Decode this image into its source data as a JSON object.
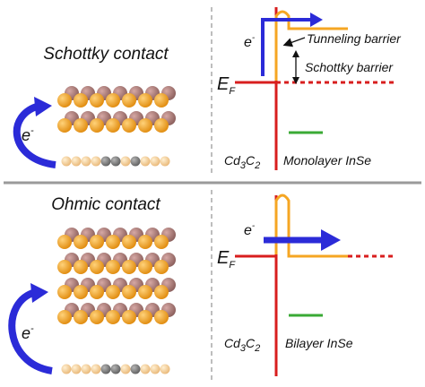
{
  "panels": [
    {
      "title": "Schottky contact",
      "electron": "e",
      "electron_sup": "-",
      "fermi_label": "E",
      "fermi_sub": "F",
      "metal_label": "Cd",
      "metal_sub1": "3",
      "metal_mid": "C",
      "metal_sub2": "2",
      "semiconductor_label": "Monolayer InSe",
      "tunneling_label": "Tunneling barrier",
      "schottky_label": "Schottky barrier",
      "inse_layers": 2
    },
    {
      "title": "Ohmic contact",
      "electron": "e",
      "electron_sup": "-",
      "fermi_label": "E",
      "fermi_sub": "F",
      "metal_label": "Cd",
      "metal_sub1": "3",
      "metal_mid": "C",
      "metal_sub2": "2",
      "semiconductor_label": "Bilayer InSe",
      "inse_layers": 4
    }
  ],
  "colors": {
    "metal_red": "#d81e1e",
    "conduction_orange": "#f5a623",
    "valence_green": "#3aaa35",
    "electron_blue": "#2b2bd8",
    "se_atom": "#f39a1a",
    "in_atom": "#b07d7a",
    "cd_atom": "#f7c98a",
    "c_atom": "#7d7d7d",
    "divider": "#9a9a9a"
  },
  "icons": [
    "electron-arrow-icon",
    "double-arrow-icon",
    "pointer-arrow-icon"
  ]
}
